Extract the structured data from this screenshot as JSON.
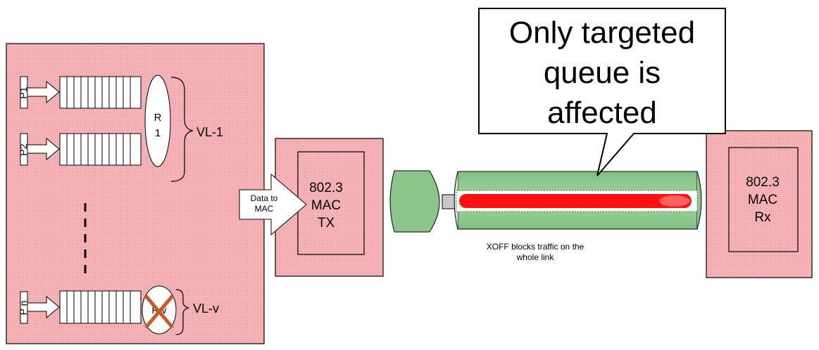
{
  "callout": {
    "line1": "Only targeted",
    "line2": "queue is",
    "line3": "affected"
  },
  "left_block": {
    "inputs": [
      {
        "label": "P1"
      },
      {
        "label": "P2"
      },
      {
        "label": "P n"
      }
    ],
    "scheduler_top": {
      "line1": "R",
      "line2": "1"
    },
    "scheduler_bottom": {
      "label": "R v",
      "blocked_mark": "X"
    },
    "groups": [
      {
        "label": "VL-1"
      },
      {
        "label": "VL-v"
      }
    ]
  },
  "data_arrow": {
    "line1": "Data to",
    "line2": "MAC"
  },
  "mac_tx": {
    "line1": "802.3",
    "line2": "MAC",
    "line3": "TX"
  },
  "mac_rx": {
    "line1": "802.3",
    "line2": "MAC",
    "line3": "Rx"
  },
  "link_note": {
    "line1": "XOFF blocks traffic on the",
    "line2": "whole link"
  },
  "colors": {
    "block_fill": "#f5b8bc",
    "pipe_green": "#8cc48c",
    "traffic_red": "#ff1010",
    "cross_mark": "#c85a28"
  }
}
